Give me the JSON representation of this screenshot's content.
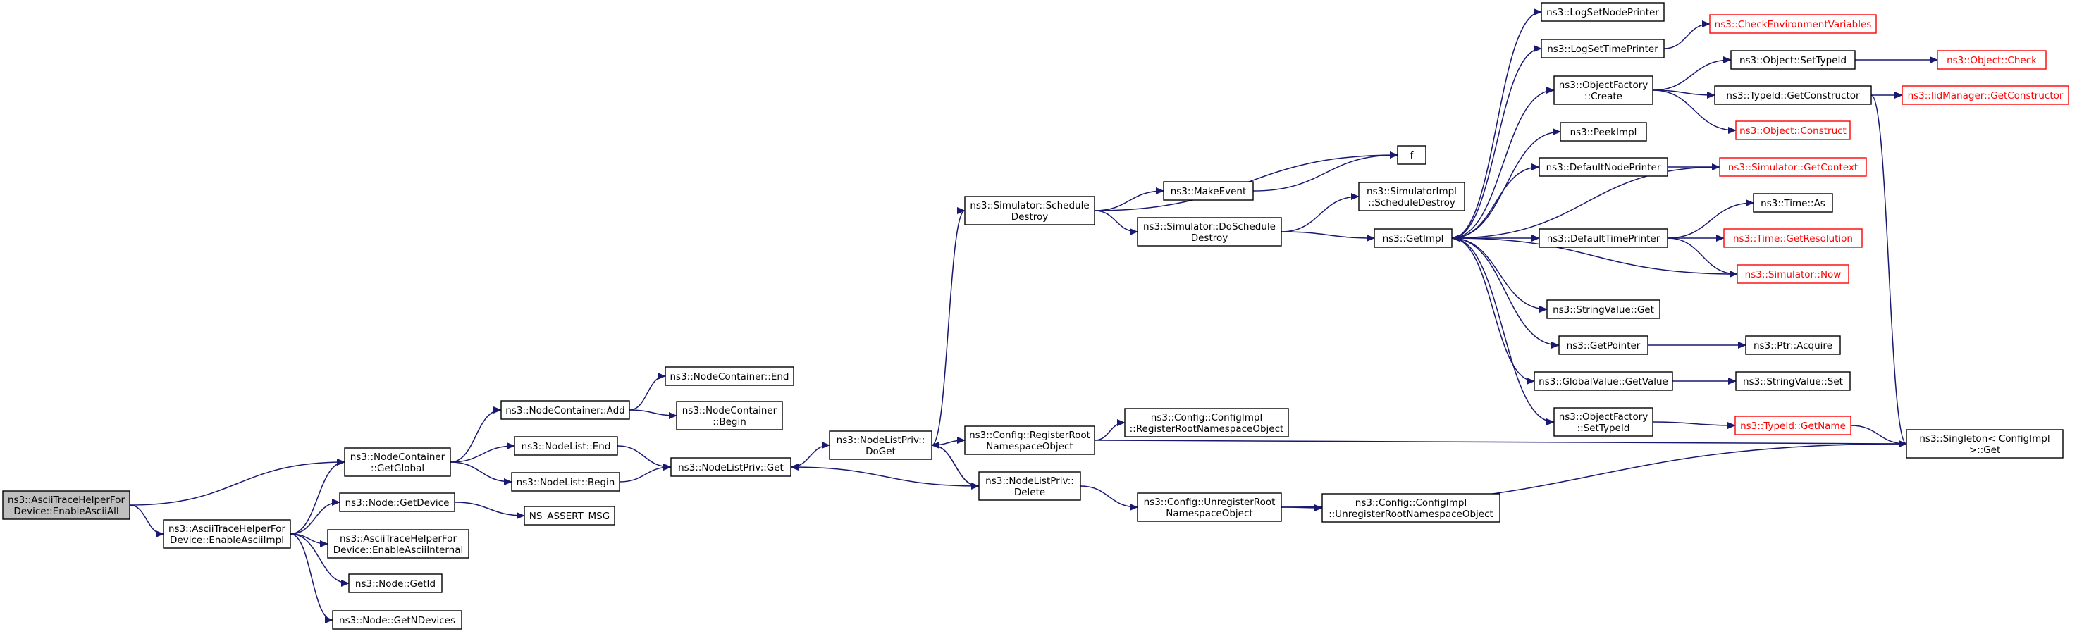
{
  "colors": {
    "edge": "#191970",
    "node_border": "#000000",
    "node_border_truncated": "#ff0000",
    "root_fill": "#bfbfbf",
    "node_fill": "#ffffff"
  },
  "nodes": [
    {
      "id": "root",
      "lines": [
        "ns3::AsciiTraceHelperFor",
        "Device::EnableAsciiAll"
      ],
      "style": "root"
    },
    {
      "id": "ncGetGlobal",
      "lines": [
        "ns3::NodeContainer",
        "::GetGlobal"
      ],
      "style": "normal"
    },
    {
      "id": "enableAsciiImpl",
      "lines": [
        "ns3::AsciiTraceHelperFor",
        "Device::EnableAsciiImpl"
      ],
      "style": "normal"
    },
    {
      "id": "ncAdd",
      "lines": [
        "ns3::NodeContainer::Add"
      ],
      "style": "normal"
    },
    {
      "id": "nlEnd",
      "lines": [
        "ns3::NodeList::End"
      ],
      "style": "normal"
    },
    {
      "id": "nlBegin",
      "lines": [
        "ns3::NodeList::Begin"
      ],
      "style": "normal"
    },
    {
      "id": "ncEnd",
      "lines": [
        "ns3::NodeContainer::End"
      ],
      "style": "normal"
    },
    {
      "id": "ncBegin",
      "lines": [
        "ns3::NodeContainer",
        "::Begin"
      ],
      "style": "normal"
    },
    {
      "id": "nlpGet",
      "lines": [
        "ns3::NodeListPriv::Get"
      ],
      "style": "normal"
    },
    {
      "id": "nodeGetDevice",
      "lines": [
        "ns3::Node::GetDevice"
      ],
      "style": "normal"
    },
    {
      "id": "nsAssert",
      "lines": [
        "NS_ASSERT_MSG"
      ],
      "style": "normal"
    },
    {
      "id": "enableAsciiInternal",
      "lines": [
        "ns3::AsciiTraceHelperFor",
        "Device::EnableAsciiInternal"
      ],
      "style": "normal"
    },
    {
      "id": "nodeGetId",
      "lines": [
        "ns3::Node::GetId"
      ],
      "style": "normal"
    },
    {
      "id": "nodeGetNDevices",
      "lines": [
        "ns3::Node::GetNDevices"
      ],
      "style": "normal"
    },
    {
      "id": "nlpDoGet",
      "lines": [
        "ns3::NodeListPriv::",
        "DoGet"
      ],
      "style": "normal"
    },
    {
      "id": "simScheduleDestroy",
      "lines": [
        "ns3::Simulator::Schedule",
        "Destroy"
      ],
      "style": "normal"
    },
    {
      "id": "cfgRegister",
      "lines": [
        "ns3::Config::RegisterRoot",
        "NamespaceObject"
      ],
      "style": "normal"
    },
    {
      "id": "nlpDelete",
      "lines": [
        "ns3::NodeListPriv::",
        "Delete"
      ],
      "style": "normal"
    },
    {
      "id": "makeEvent",
      "lines": [
        "ns3::MakeEvent"
      ],
      "style": "normal"
    },
    {
      "id": "f",
      "lines": [
        "f"
      ],
      "style": "normal"
    },
    {
      "id": "simDoScheduleDestroy",
      "lines": [
        "ns3::Simulator::DoSchedule",
        "Destroy"
      ],
      "style": "normal"
    },
    {
      "id": "cfgImplRegister",
      "lines": [
        "ns3::Config::ConfigImpl",
        "::RegisterRootNamespaceObject"
      ],
      "style": "normal"
    },
    {
      "id": "cfgUnregister",
      "lines": [
        "ns3::Config::UnregisterRoot",
        "NamespaceObject"
      ],
      "style": "normal"
    },
    {
      "id": "cfgImplUnregister",
      "lines": [
        "ns3::Config::ConfigImpl",
        "::UnregisterRootNamespaceObject"
      ],
      "style": "normal"
    },
    {
      "id": "simImplScheduleDestroy",
      "lines": [
        "ns3::SimulatorImpl",
        "::ScheduleDestroy"
      ],
      "style": "normal"
    },
    {
      "id": "getImpl",
      "lines": [
        "ns3::GetImpl"
      ],
      "style": "normal"
    },
    {
      "id": "logSetNodePrinter",
      "lines": [
        "ns3::LogSetNodePrinter"
      ],
      "style": "normal"
    },
    {
      "id": "logSetTimePrinter",
      "lines": [
        "ns3::LogSetTimePrinter"
      ],
      "style": "normal"
    },
    {
      "id": "objFactoryCreate",
      "lines": [
        "ns3::ObjectFactory",
        "::Create"
      ],
      "style": "normal"
    },
    {
      "id": "peekImpl",
      "lines": [
        "ns3::PeekImpl"
      ],
      "style": "normal"
    },
    {
      "id": "defaultNodePrinter",
      "lines": [
        "ns3::DefaultNodePrinter"
      ],
      "style": "normal"
    },
    {
      "id": "defaultTimePrinter",
      "lines": [
        "ns3::DefaultTimePrinter"
      ],
      "style": "normal"
    },
    {
      "id": "stringValueGet",
      "lines": [
        "ns3::StringValue::Get"
      ],
      "style": "normal"
    },
    {
      "id": "getPointer",
      "lines": [
        "ns3::GetPointer"
      ],
      "style": "normal"
    },
    {
      "id": "globalValueGetValue",
      "lines": [
        "ns3::GlobalValue::GetValue"
      ],
      "style": "normal"
    },
    {
      "id": "objFactorySetTypeId",
      "lines": [
        "ns3::ObjectFactory",
        "::SetTypeId"
      ],
      "style": "normal"
    },
    {
      "id": "checkEnvVars",
      "lines": [
        "ns3::CheckEnvironmentVariables"
      ],
      "style": "truncated"
    },
    {
      "id": "objSetTypeId",
      "lines": [
        "ns3::Object::SetTypeId"
      ],
      "style": "normal"
    },
    {
      "id": "typeIdGetConstructor",
      "lines": [
        "ns3::TypeId::GetConstructor"
      ],
      "style": "normal"
    },
    {
      "id": "objConstruct",
      "lines": [
        "ns3::Object::Construct"
      ],
      "style": "truncated"
    },
    {
      "id": "simGetContext",
      "lines": [
        "ns3::Simulator::GetContext"
      ],
      "style": "truncated"
    },
    {
      "id": "timeAs",
      "lines": [
        "ns3::Time::As"
      ],
      "style": "normal"
    },
    {
      "id": "timeGetResolution",
      "lines": [
        "ns3::Time::GetResolution"
      ],
      "style": "truncated"
    },
    {
      "id": "simNow",
      "lines": [
        "ns3::Simulator::Now"
      ],
      "style": "truncated"
    },
    {
      "id": "ptrAcquire",
      "lines": [
        "ns3::Ptr::Acquire"
      ],
      "style": "normal"
    },
    {
      "id": "stringValueSet",
      "lines": [
        "ns3::StringValue::Set"
      ],
      "style": "normal"
    },
    {
      "id": "typeIdGetName",
      "lines": [
        "ns3::TypeId::GetName"
      ],
      "style": "truncated"
    },
    {
      "id": "objCheck",
      "lines": [
        "ns3::Object::Check"
      ],
      "style": "truncated"
    },
    {
      "id": "iidGetConstructor",
      "lines": [
        "ns3::IidManager::GetConstructor"
      ],
      "style": "truncated"
    },
    {
      "id": "singletonGet",
      "lines": [
        "ns3::Singleton< ConfigImpl",
        " >::Get"
      ],
      "style": "normal"
    }
  ],
  "edges": [
    [
      "root",
      "ncGetGlobal"
    ],
    [
      "root",
      "enableAsciiImpl"
    ],
    [
      "enableAsciiImpl",
      "ncGetGlobal"
    ],
    [
      "enableAsciiImpl",
      "nodeGetDevice"
    ],
    [
      "enableAsciiImpl",
      "enableAsciiInternal"
    ],
    [
      "enableAsciiImpl",
      "nodeGetId"
    ],
    [
      "enableAsciiImpl",
      "nodeGetNDevices"
    ],
    [
      "ncGetGlobal",
      "ncAdd"
    ],
    [
      "ncGetGlobal",
      "nlEnd"
    ],
    [
      "ncGetGlobal",
      "nlBegin"
    ],
    [
      "ncAdd",
      "ncEnd"
    ],
    [
      "ncAdd",
      "ncBegin"
    ],
    [
      "nlEnd",
      "nlpGet"
    ],
    [
      "nlBegin",
      "nlpGet"
    ],
    [
      "nodeGetDevice",
      "nsAssert"
    ],
    [
      "nlpGet",
      "nlpDoGet"
    ],
    [
      "nlpDoGet",
      "simScheduleDestroy"
    ],
    [
      "nlpDoGet",
      "cfgRegister"
    ],
    [
      "nlpDoGet",
      "nlpDelete"
    ],
    [
      "nlpDelete",
      "nlpDoGet"
    ],
    [
      "nlpDelete",
      "nlpGet"
    ],
    [
      "nlpDelete",
      "cfgUnregister"
    ],
    [
      "simScheduleDestroy",
      "f"
    ],
    [
      "simScheduleDestroy",
      "makeEvent"
    ],
    [
      "simScheduleDestroy",
      "simDoScheduleDestroy"
    ],
    [
      "makeEvent",
      "f"
    ],
    [
      "simDoScheduleDestroy",
      "simImplScheduleDestroy"
    ],
    [
      "simDoScheduleDestroy",
      "getImpl"
    ],
    [
      "cfgRegister",
      "cfgImplRegister"
    ],
    [
      "cfgRegister",
      "singletonGet"
    ],
    [
      "cfgUnregister",
      "cfgImplUnregister"
    ],
    [
      "cfgUnregister",
      "singletonGet"
    ],
    [
      "getImpl",
      "logSetNodePrinter"
    ],
    [
      "getImpl",
      "logSetTimePrinter"
    ],
    [
      "getImpl",
      "objFactoryCreate"
    ],
    [
      "getImpl",
      "peekImpl"
    ],
    [
      "getImpl",
      "defaultNodePrinter"
    ],
    [
      "getImpl",
      "defaultTimePrinter"
    ],
    [
      "getImpl",
      "stringValueGet"
    ],
    [
      "getImpl",
      "getPointer"
    ],
    [
      "getImpl",
      "globalValueGetValue"
    ],
    [
      "getImpl",
      "objFactorySetTypeId"
    ],
    [
      "simGetContext",
      "getImpl"
    ],
    [
      "simNow",
      "getImpl"
    ],
    [
      "logSetTimePrinter",
      "checkEnvVars"
    ],
    [
      "objFactoryCreate",
      "objSetTypeId"
    ],
    [
      "objFactoryCreate",
      "typeIdGetConstructor"
    ],
    [
      "objFactoryCreate",
      "objConstruct"
    ],
    [
      "defaultNodePrinter",
      "simGetContext"
    ],
    [
      "defaultTimePrinter",
      "timeAs"
    ],
    [
      "defaultTimePrinter",
      "timeGetResolution"
    ],
    [
      "defaultTimePrinter",
      "simNow"
    ],
    [
      "getPointer",
      "ptrAcquire"
    ],
    [
      "globalValueGetValue",
      "stringValueSet"
    ],
    [
      "objFactorySetTypeId",
      "typeIdGetName"
    ],
    [
      "objSetTypeId",
      "objCheck"
    ],
    [
      "typeIdGetConstructor",
      "iidGetConstructor"
    ],
    [
      "typeIdGetConstructor",
      "singletonGet"
    ],
    [
      "typeIdGetName",
      "singletonGet"
    ]
  ]
}
